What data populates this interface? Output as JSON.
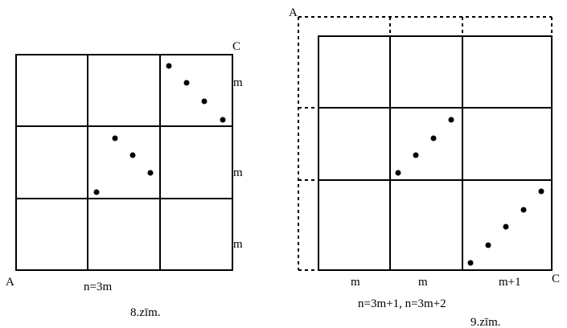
{
  "figure8": {
    "corner_a": "A",
    "corner_c": "C",
    "row_labels": [
      "m",
      "m",
      "m"
    ],
    "formula": "n=3m",
    "caption": "8.zīm."
  },
  "figure9": {
    "corner_a": "A",
    "corner_c": "C",
    "col_labels": [
      "m",
      "m",
      "m+1"
    ],
    "formula": "n=3m+1, n=3m+2",
    "caption": "9.zīm."
  }
}
